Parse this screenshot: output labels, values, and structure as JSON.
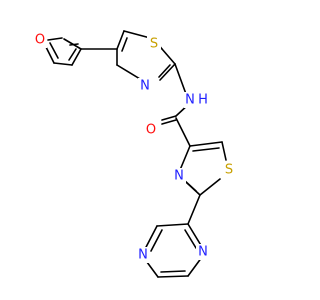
{
  "molecule": {
    "atoms": [
      {
        "id": "O_furan",
        "label": "O",
        "color": "#ff0d0d"
      },
      {
        "id": "S_thz1",
        "label": "S",
        "color": "#c8a000"
      },
      {
        "id": "N_thz1",
        "label": "N",
        "color": "#1f1fff"
      },
      {
        "id": "NH_amide",
        "label": "N",
        "sub_label": "H",
        "color": "#1f1fff"
      },
      {
        "id": "O_carbonyl",
        "label": "O",
        "color": "#ff0d0d"
      },
      {
        "id": "N_thz2",
        "label": "N",
        "color": "#1f1fff"
      },
      {
        "id": "S_thz2",
        "label": "S",
        "color": "#c8a000"
      },
      {
        "id": "N_pyz1",
        "label": "N",
        "color": "#1f1fff"
      },
      {
        "id": "N_pyz2",
        "label": "N",
        "color": "#1f1fff"
      }
    ]
  }
}
